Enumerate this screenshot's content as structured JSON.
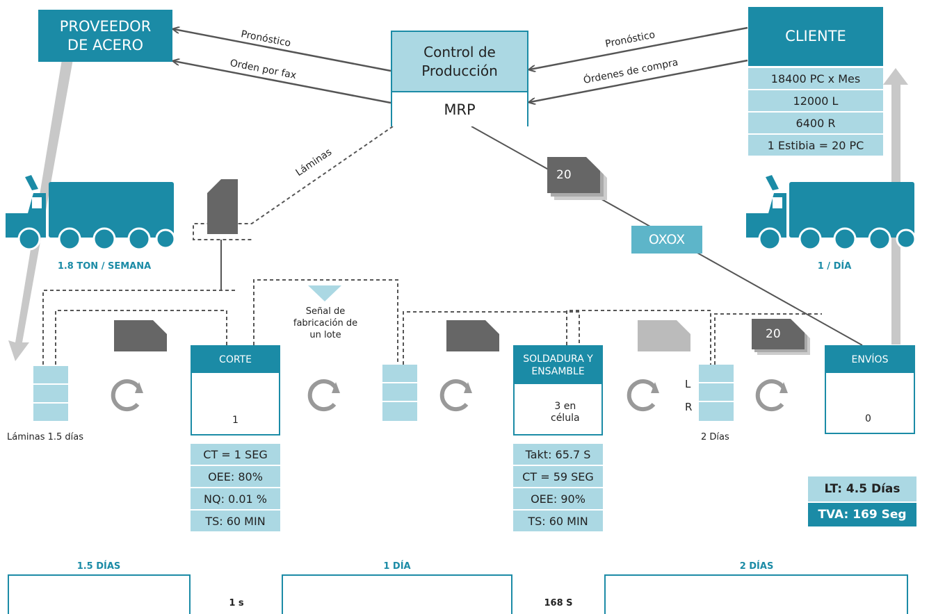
{
  "colors": {
    "teal": "#1b8ba6",
    "light_teal": "#abd8e3",
    "dark_gray": "#666666",
    "light_gray": "#bbbbbb"
  },
  "supplier": {
    "label_line1": "PROVEEDOR",
    "label_line2": "DE ACERO",
    "delivery": "1.8 TON / SEMANA",
    "truck_icon": "truck-icon"
  },
  "production_control": {
    "title_line1": "Control de",
    "title_line2": "Producción",
    "system": "MRP"
  },
  "customer": {
    "label": "CLIENTE",
    "data": [
      "18400 PC x Mes",
      "12000 L",
      "6400 R",
      "1 Estibia = 20 PC"
    ],
    "delivery": "1 / DÍA",
    "truck_icon": "truck-icon"
  },
  "flows": {
    "to_supplier_forecast": "Pronóstico",
    "to_supplier_order": "Orden por fax",
    "from_customer_forecast": "Pronóstico",
    "from_customer_orders": "Órdenes de compra",
    "sheets_signal": "Láminas"
  },
  "kanban": {
    "production_count": "20",
    "shipping_count": "20",
    "leveling": "OXOX"
  },
  "signal_label": {
    "line1": "Señal de",
    "line2": "fabricación de",
    "line3": "un lote"
  },
  "inventory": {
    "raw_label": "Láminas 1.5 días",
    "finished_label": "2 Días",
    "finished_l": "L",
    "finished_r": "R"
  },
  "processes": [
    {
      "name": "CORTE",
      "operators": "1",
      "data": [
        "CT = 1 SEG",
        "OEE: 80%",
        "NQ: 0.01 %",
        "TS: 60 MIN"
      ]
    },
    {
      "name_line1": "SOLDADURA Y",
      "name_line2": "ENSAMBLE",
      "operators_line1": "3 en",
      "operators_line2": "célula",
      "data": [
        "Takt: 65.7 S",
        "CT = 59 SEG",
        "OEE: 90%",
        "TS: 60 MIN"
      ]
    },
    {
      "name": "ENVÍOS",
      "operators": "0"
    }
  ],
  "summary": {
    "lead_time": "LT: 4.5 Días",
    "value_added_time": "TVA: 169 Seg"
  },
  "timeline": {
    "wait_times": [
      "1.5 DÍAS",
      "1 DÍA",
      "2 DÍAS"
    ],
    "process_times": [
      "1 s",
      "168 S"
    ]
  }
}
